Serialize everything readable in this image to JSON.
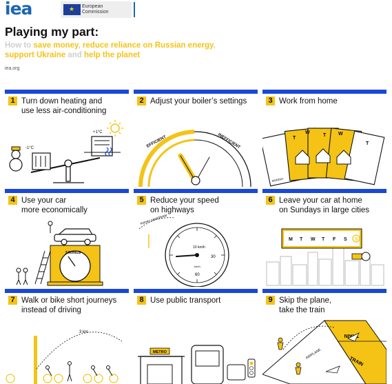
{
  "header": {
    "logo_text": "iea",
    "partner_line1": "European",
    "partner_line2": "Commission",
    "title": "Playing my part:",
    "subtitle_parts": [
      {
        "text": "How to ",
        "hl": false
      },
      {
        "text": "save money",
        "hl": true
      },
      {
        "text": ", ",
        "hl": false
      },
      {
        "text": "reduce reliance on Russian energy",
        "hl": true
      },
      {
        "text": ", ",
        "hl": false
      },
      {
        "text": "support Ukraine",
        "hl": true
      },
      {
        "text": " and ",
        "hl": false
      },
      {
        "text": "help the planet",
        "hl": true
      }
    ],
    "source": "iea.org"
  },
  "colors": {
    "blue": "#1a48d6",
    "yellow": "#f4c316",
    "ink": "#111111",
    "logo": "#1b66b1"
  },
  "cards": [
    {
      "num": "1",
      "line1": "Turn down heating and",
      "line2": "use less air-conditioning",
      "labels": {
        "cold_temp": "-1°C",
        "warm_temp": "+1°C"
      }
    },
    {
      "num": "2",
      "line1": "Adjust your boiler’s settings",
      "line2": "",
      "labels": {
        "left": "EFFICIENT",
        "right": "INEFFICIENT"
      }
    },
    {
      "num": "3",
      "line1": "Work from home",
      "line2": "",
      "labels": {
        "day_w": "W",
        "day_t": "T",
        "week": "MONDAY"
      }
    },
    {
      "num": "4",
      "line1": "Use your car",
      "line2": "more economically",
      "labels": {
        "gauge": "SAVINGS"
      }
    },
    {
      "num": "5",
      "line1": "Reduce your speed",
      "line2": "on highways",
      "labels": {
        "arc": "money saved/year",
        "speed_unit": "10 km/h",
        "tick_30": "30",
        "tick_60": "60",
        "kmh": "km/h"
      }
    },
    {
      "num": "6",
      "line1": "Leave your car at home",
      "line2": "on Sundays in large cities",
      "labels": {
        "days": [
          "M",
          "T",
          "W",
          "T",
          "F",
          "S",
          "S"
        ]
      }
    },
    {
      "num": "7",
      "line1": "Walk or bike short journeys",
      "line2": "instead of driving",
      "labels": {
        "distance": "3 km"
      }
    },
    {
      "num": "8",
      "line1": "Use public transport",
      "line2": "",
      "labels": {
        "metro": "METRO"
      }
    },
    {
      "num": "9",
      "line1": "Skip the plane,",
      "line2": "take the train",
      "labels": {
        "airplane": "AIRPLANE",
        "train": "TRAIN",
        "train_rev": "TRAIN"
      }
    }
  ]
}
